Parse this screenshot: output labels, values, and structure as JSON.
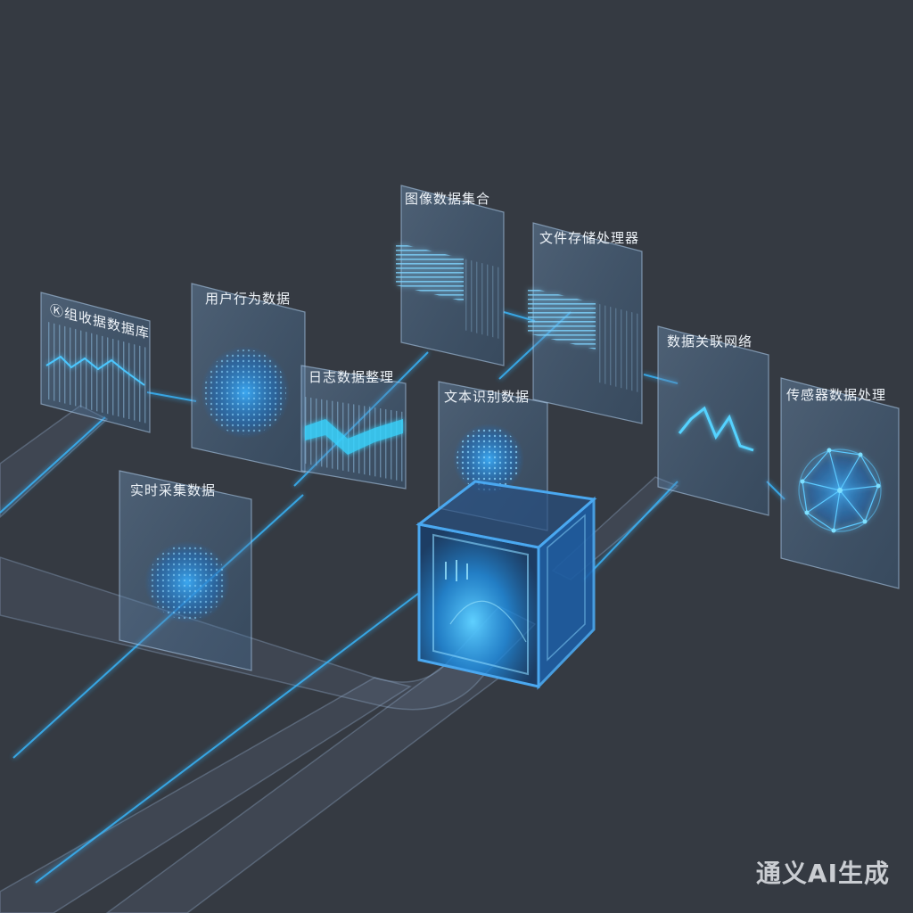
{
  "panels": [
    {
      "label": "Ⓚ组收据数据库"
    },
    {
      "label": "用户行为数据"
    },
    {
      "label": "日志数据整理"
    },
    {
      "label": "图像数据集合"
    },
    {
      "label": "文件存储处理器"
    },
    {
      "label": "文本识别数据"
    },
    {
      "label": "实时采集数据"
    },
    {
      "label": "数据关联网络"
    },
    {
      "label": "传感器数据处理"
    }
  ],
  "watermark": "通义AI生成",
  "colors": {
    "background": "#353a42",
    "accent": "#39b8ff"
  }
}
